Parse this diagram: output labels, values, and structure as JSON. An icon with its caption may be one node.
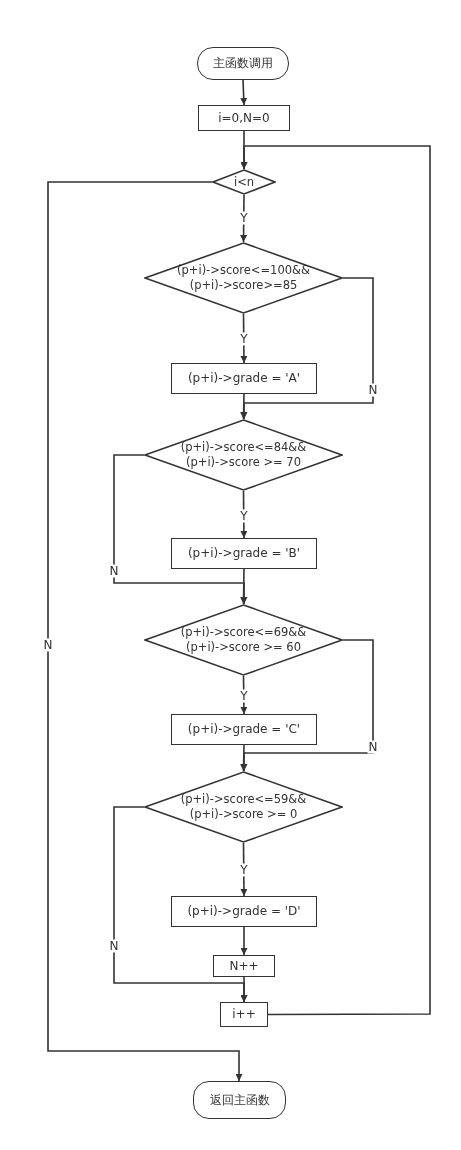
{
  "diagram": {
    "nodes": [
      {
        "text": [
          "主函数调用"
        ]
      },
      {
        "text": [
          "i=0,N=0"
        ]
      },
      {
        "text": [
          "i<n"
        ]
      },
      {
        "text": [
          "(p+i)->score<=100&& (p+i)->score>=85"
        ]
      },
      {
        "text": [
          "(p+i)->grade = 'A'"
        ]
      },
      {
        "text": [
          "(p+i)->score<=84&& (p+i)->score >= 70"
        ]
      },
      {
        "text": [
          "(p+i)->grade = 'B'"
        ]
      },
      {
        "text": [
          "(p+i)->score<=69&& (p+i)->score >= 60"
        ]
      },
      {
        "text": [
          "(p+i)->grade = 'C'"
        ]
      },
      {
        "text": [
          "(p+i)->score<=59&& (p+i)->score >= 0"
        ]
      },
      {
        "text": [
          "(p+i)->grade = 'D'"
        ]
      },
      {
        "text": [
          "N++"
        ]
      },
      {
        "text": [
          "i++"
        ]
      },
      {
        "text": [
          "返回主函数"
        ]
      }
    ],
    "edges": [
      {
        "from": 0,
        "to": 1,
        "arrow": "to"
      },
      {
        "from": 1,
        "to": 2,
        "arrow": "to"
      },
      {
        "from": 2,
        "to": 3,
        "arrow": "to",
        "label": "Y"
      },
      {
        "from": 3,
        "to": 4,
        "arrow": "to",
        "label": "Y"
      },
      {
        "from": 4,
        "to": 5,
        "arrow": "to"
      },
      {
        "from": 3,
        "to": 5,
        "arrow": "to",
        "label": "N"
      },
      {
        "from": 5,
        "to": 6,
        "arrow": "to",
        "label": "Y"
      },
      {
        "from": 6,
        "to": 7,
        "arrow": "to"
      },
      {
        "from": 5,
        "to": 7,
        "arrow": "to",
        "label": "N"
      },
      {
        "from": 7,
        "to": 8,
        "arrow": "to",
        "label": "Y"
      },
      {
        "from": 8,
        "to": 9,
        "arrow": "to"
      },
      {
        "from": 7,
        "to": 9,
        "arrow": "to",
        "label": "N"
      },
      {
        "from": 9,
        "to": 10,
        "arrow": "to",
        "label": "Y"
      },
      {
        "from": 10,
        "to": 11,
        "arrow": "to"
      },
      {
        "from": 11,
        "to": 12,
        "arrow": "to"
      },
      {
        "from": 9,
        "to": 12,
        "arrow": "to",
        "label": "N"
      },
      {
        "from": 12,
        "to": 2,
        "arrow": "to"
      },
      {
        "from": 2,
        "to": 13,
        "arrow": "to",
        "label": "N"
      }
    ]
  }
}
